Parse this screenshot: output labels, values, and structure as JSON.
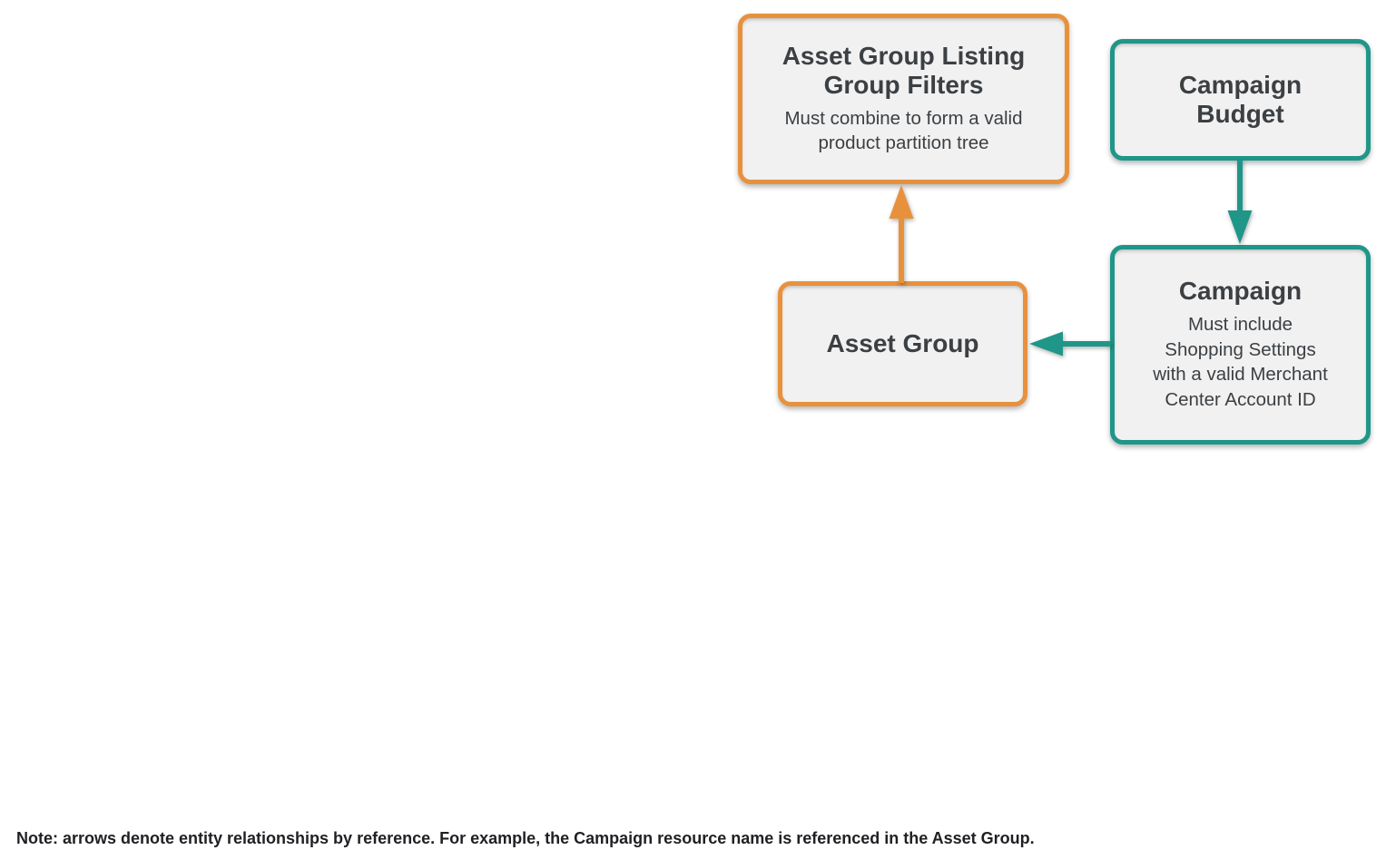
{
  "colors": {
    "orange": "#E8913C",
    "teal": "#1F9688",
    "box_fill": "#F1F1F2",
    "title_text": "#3C4043",
    "note_text": "#1F2023"
  },
  "nodes": {
    "listing_filters": {
      "title": "Asset Group Listing\nGroup Filters",
      "subtitle": "Must combine to form a valid\nproduct partition tree"
    },
    "campaign_budget": {
      "title": "Campaign\nBudget"
    },
    "campaign": {
      "title": "Campaign",
      "subtitle": "Must include\nShopping Settings\nwith a valid Merchant\nCenter Account ID"
    },
    "asset_group": {
      "title": "Asset Group"
    }
  },
  "arrows": [
    {
      "name": "asset-group-to-listing-filters",
      "from": "Asset Group",
      "to": "Asset Group Listing Group Filters",
      "color": "orange",
      "direction": "up"
    },
    {
      "name": "campaign-budget-to-campaign",
      "from": "Campaign Budget",
      "to": "Campaign",
      "color": "teal",
      "direction": "down"
    },
    {
      "name": "campaign-to-asset-group",
      "from": "Campaign",
      "to": "Asset Group",
      "color": "teal",
      "direction": "left"
    }
  ],
  "note": {
    "text": "Note: arrows denote entity relationships by reference. For example, the Campaign resource name is referenced in the Asset Group."
  }
}
